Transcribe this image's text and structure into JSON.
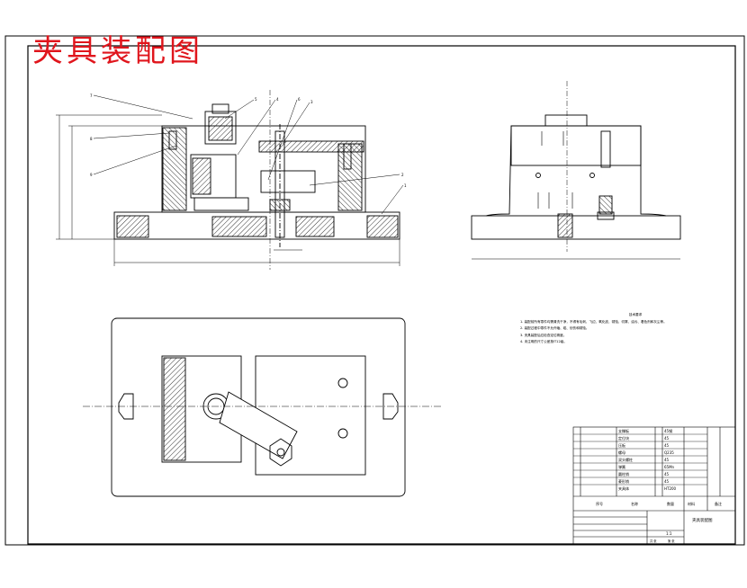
{
  "title": "夹具装配图",
  "callouts": [
    "7",
    "8",
    "9",
    "5",
    "4",
    "6",
    "3",
    "2",
    "1"
  ],
  "notes": {
    "heading": "技术要求",
    "lines": [
      "1. 装配前所有零件均需清洗干净，不得有毛刺、飞边、氧化皮、锈蚀、切屑、油污、着色剂和灰尘等。",
      "2. 装配过程中零件不允许磕、碰、划伤和锈蚀。",
      "3. 夹具装配后应检查定位精度。",
      "4. 未注明的尺寸公差按IT12级。"
    ]
  },
  "title_block": {
    "part_names": [
      "支撑板",
      "定位块",
      "压板",
      "螺母",
      "双头螺柱",
      "弹簧",
      "圆柱销",
      "菱形销",
      "夹具体"
    ],
    "materials": [
      "45钢",
      "45",
      "45",
      "Q235",
      "45",
      "65Mn",
      "45",
      "45",
      "HT200"
    ],
    "header": [
      "序号",
      "名称",
      "数量",
      "材料",
      "备注"
    ],
    "drawing_name": "夹具装配图",
    "scale": "1:1",
    "sheet_info": [
      "共 张",
      "第 张"
    ]
  },
  "colors": {
    "title": "#e0151c",
    "line": "#000000",
    "hatch": "#000000"
  }
}
